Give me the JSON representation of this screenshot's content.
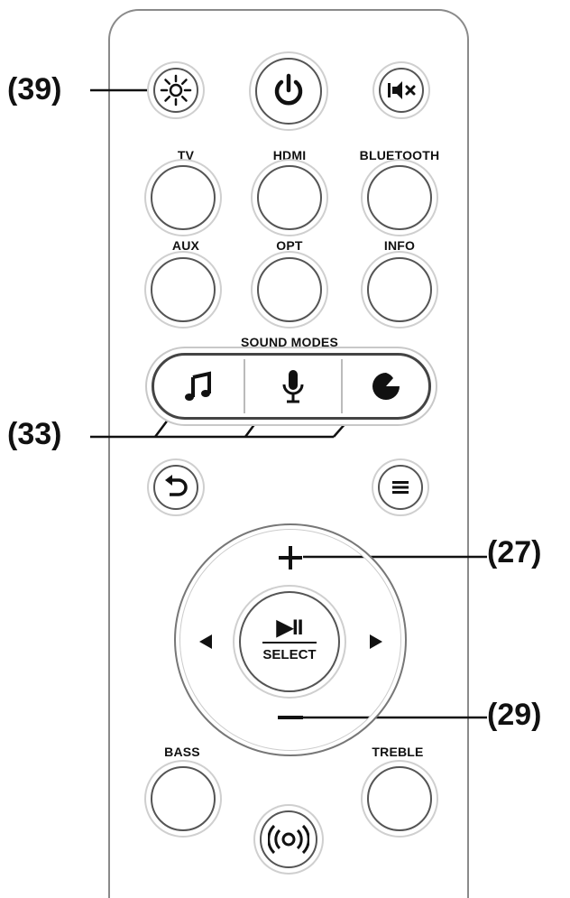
{
  "callouts": {
    "brightness": "(39)",
    "sound_modes": "(33)",
    "volume_up": "(27)",
    "volume_down": "(29)"
  },
  "labels": {
    "tv": "TV",
    "hdmi": "HDMI",
    "bluetooth": "BLUETOOTH",
    "aux": "AUX",
    "opt": "OPT",
    "info": "INFO",
    "sound_modes": "SOUND MODES",
    "bass": "BASS",
    "treble": "TREBLE"
  },
  "center": {
    "play_pause": "▶II",
    "select": "SELECT"
  },
  "icons": {
    "brightness": "sun-icon",
    "power": "power-icon",
    "mute": "mute-icon",
    "music": "music-note-icon",
    "voice": "microphone-icon",
    "movie": "movie-mode-icon",
    "back": "back-arrow-icon",
    "menu": "menu-icon",
    "plus": "plus-icon",
    "minus": "minus-icon",
    "left": "left-arrow-icon",
    "right": "right-arrow-icon",
    "surround": "surround-icon"
  }
}
